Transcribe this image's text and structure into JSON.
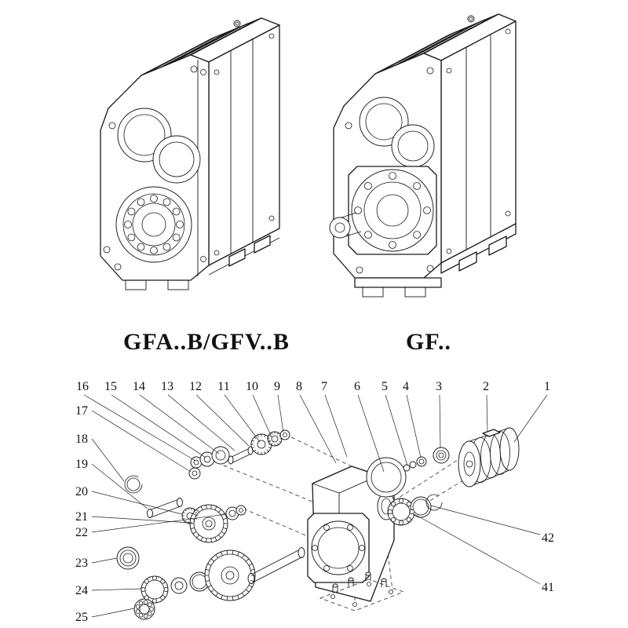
{
  "ink": "#1a1a1a",
  "models": {
    "left": "GFA..B/GFV..B",
    "right": "GF.."
  },
  "callouts": {
    "top": [
      "16",
      "15",
      "14",
      "13",
      "12",
      "11",
      "10",
      "9",
      "8",
      "7",
      "6",
      "5",
      "4",
      "3",
      "2",
      "1"
    ],
    "left": [
      "17",
      "18",
      "19",
      "20",
      "21",
      "22",
      "23",
      "24",
      "25"
    ],
    "right": [
      "42",
      "41"
    ]
  }
}
